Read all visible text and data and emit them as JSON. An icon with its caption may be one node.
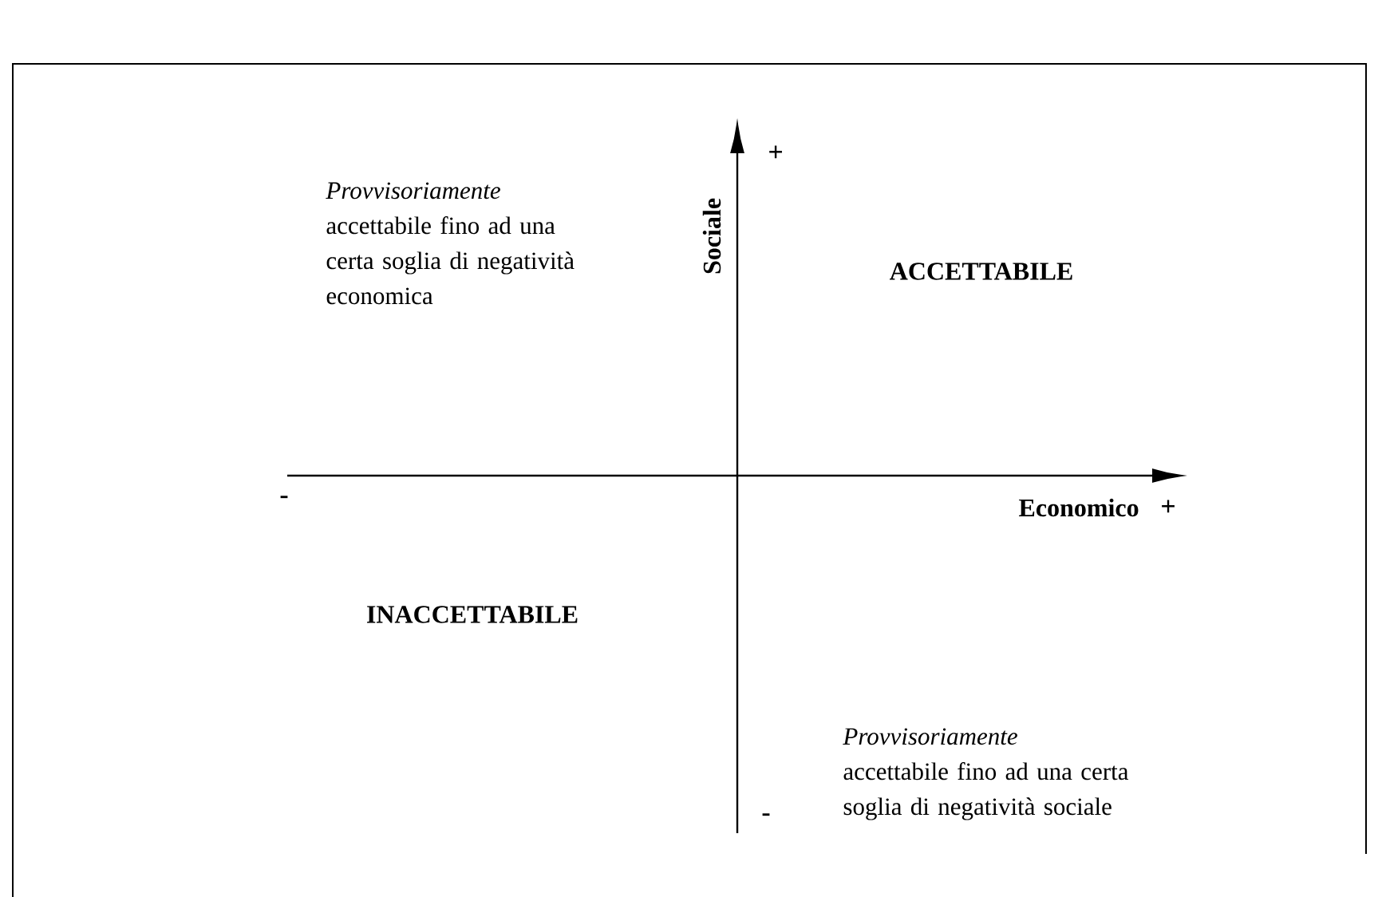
{
  "diagram": {
    "labels": [
      "+",
      "*Provvisoriamente* accettabile fino ad una certa soglia di negatività economica",
      "Sociale",
      "ACCETTABILE",
      "-",
      "Economico",
      "+",
      "INACCETTABILE",
      "*Provvisoriamente* accettabile fino ad una certa soglia di negatività sociale",
      "-"
    ]
  }
}
